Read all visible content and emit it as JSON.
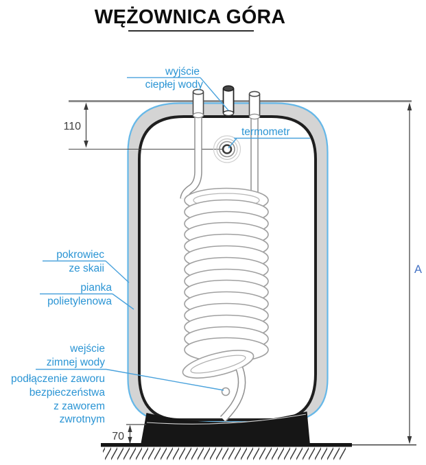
{
  "title": {
    "text": "WĘŻOWNICA GÓRA"
  },
  "callouts": {
    "hot_outlet": {
      "line1": "wyjście",
      "line2": "ciepłej wody"
    },
    "thermometer": {
      "label": "termometr"
    },
    "cover": {
      "line1": "pokrowiec",
      "line2": "ze skaii"
    },
    "foam": {
      "line1": "pianka",
      "line2": "polietylenowa"
    },
    "cold_inlet": {
      "line1": "wejście",
      "line2": "zimnej wody",
      "line3": "podłączenie zaworu",
      "line4": "bezpieczeństwa",
      "line5": "z zaworem",
      "line6": "zwrotnym"
    }
  },
  "dimensions": {
    "top_port_offset": "110",
    "base_height": "70",
    "total_height": "A"
  },
  "colors": {
    "label_blue": "#2a94d4",
    "leader_blue": "#4aa2dc",
    "cover_blue": "#66b8e8",
    "insulation_gray": "#d4d4d4",
    "tank_outline": "#1f1f1f",
    "dimension_text": "#3f3f3f",
    "total_height_blue": "#4472c4"
  }
}
